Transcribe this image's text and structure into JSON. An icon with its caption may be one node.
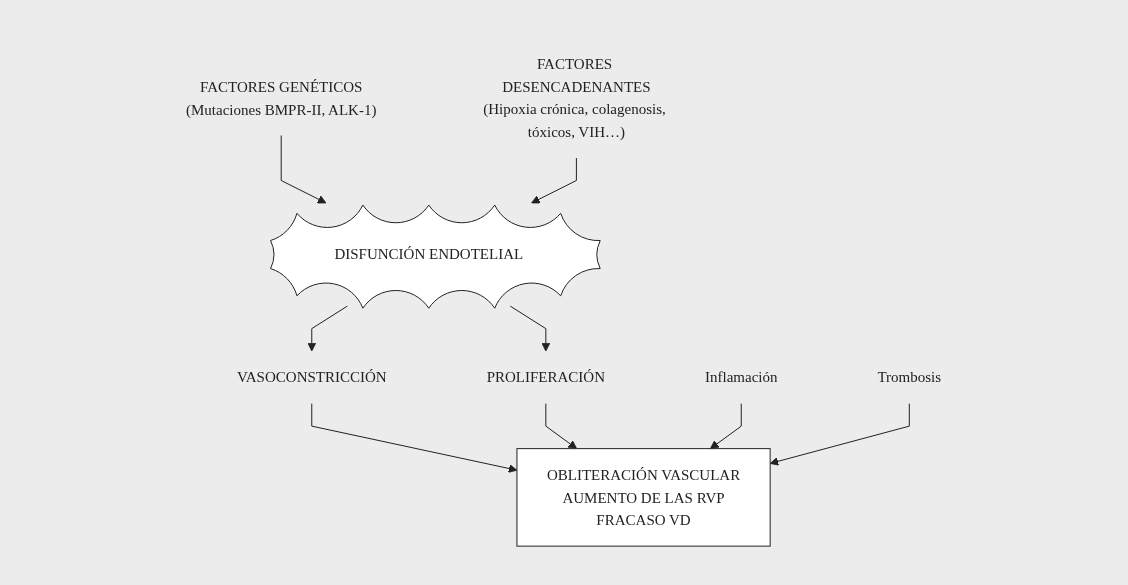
{
  "diagram": {
    "nodes": [
      {
        "text": [
          "FACTORES GENÉTICOS",
          "(Mutaciones BMPR-II, ALK-1)"
        ]
      },
      {
        "text": [
          "FACTORES DESENCADENANTES",
          "(Hipoxia crónica, colagenosis, tóxicos, VIH…)"
        ]
      },
      {
        "text": [
          "DISFUNCIÓN ENDOTELIAL"
        ]
      },
      {
        "text": [
          "VASOCONSTRICCIÓN"
        ]
      },
      {
        "text": [
          "PROLIFERACIÓN"
        ]
      },
      {
        "text": [
          "Inflamación"
        ]
      },
      {
        "text": [
          "Trombosis"
        ]
      },
      {
        "text": [
          "OBLITERACIÓN VASCULAR",
          "AUMENTO DE LAS RVP",
          "FRACASO VD"
        ]
      }
    ],
    "edges": [
      {
        "from": 0,
        "to": 2,
        "arrow": "to"
      },
      {
        "from": 1,
        "to": 2,
        "arrow": "to"
      },
      {
        "from": 2,
        "to": 3,
        "arrow": "to"
      },
      {
        "from": 2,
        "to": 4,
        "arrow": "to"
      },
      {
        "from": 3,
        "to": 7,
        "arrow": "to"
      },
      {
        "from": 4,
        "to": 7,
        "arrow": "to"
      },
      {
        "from": 5,
        "to": 7,
        "arrow": "to"
      },
      {
        "from": 6,
        "to": 7,
        "arrow": "to"
      }
    ]
  }
}
